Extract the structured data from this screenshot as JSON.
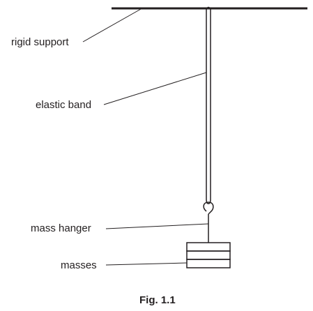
{
  "labels": {
    "rigid_support": "rigid support",
    "elastic_band": "elastic band",
    "mass_hanger": "mass hanger",
    "masses": "masses"
  },
  "caption": "Fig. 1.1",
  "colors": {
    "line": "#231f20",
    "background": "#ffffff"
  }
}
